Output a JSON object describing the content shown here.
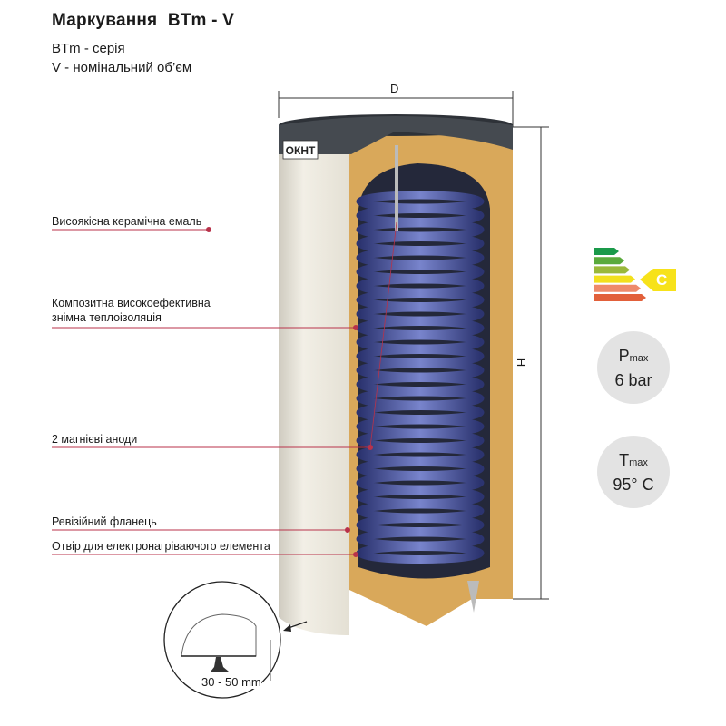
{
  "header": {
    "title": "Маркування",
    "model": "BTm - V",
    "legend": [
      "BTm - серія",
      "V - номінальний об’єм"
    ]
  },
  "callouts": [
    {
      "text": "Висоякісна керамічна емаль"
    },
    {
      "text": "Композитна високоефективна\nзнімна теплоізоляція"
    },
    {
      "text": "2 магнієві аноди"
    },
    {
      "text": "Ревізійний фланець"
    },
    {
      "text": "Отвір для електронагріваючого елемента"
    }
  ],
  "dimensions": {
    "diameter": "D",
    "height": "H",
    "leg_adjust": "30 - 50 mm"
  },
  "brand_logo": "ОКНТ",
  "energy_class": {
    "value": "C",
    "colors": [
      "#1a9a4a",
      "#5aaa3c",
      "#9ab83a",
      "#f2e01c",
      "#ee8a6a",
      "#e2603a"
    ],
    "indicator_color": "#f7e21a"
  },
  "specs": [
    {
      "symbol": "P",
      "sub": "max",
      "value": "6 bar"
    },
    {
      "symbol": "T",
      "sub": "max",
      "value": "95° C"
    }
  ],
  "colors": {
    "accent_line": "#b8324a",
    "coil": "#5a66b0",
    "foam": "#d9a85a"
  }
}
